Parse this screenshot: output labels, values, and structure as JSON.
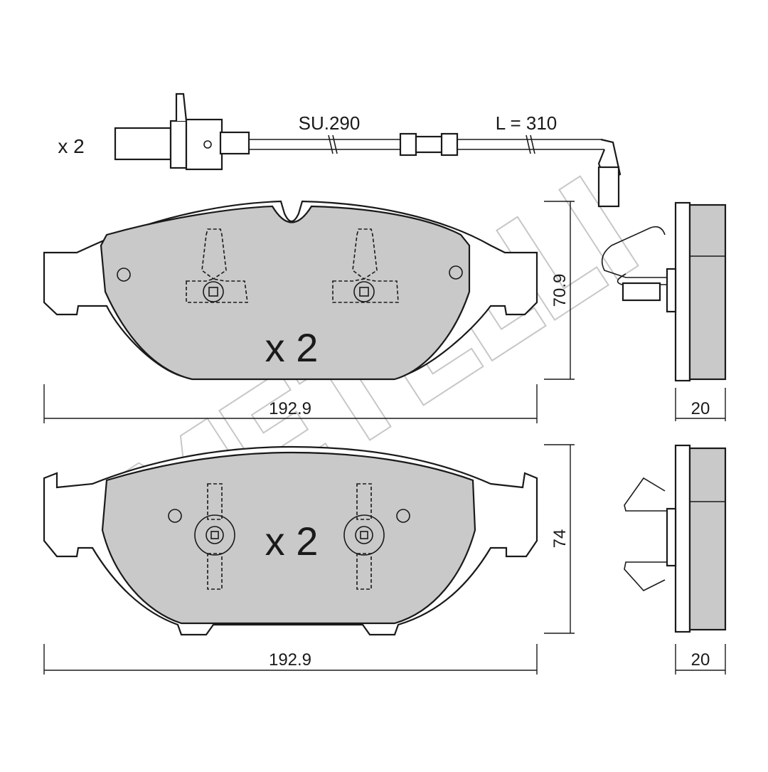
{
  "sensor": {
    "quantity": "x 2",
    "code": "SU.290",
    "length": "L = 310"
  },
  "pad_top": {
    "quantity": "x 2",
    "width": "192.9",
    "height": "70.9",
    "thickness": "20"
  },
  "pad_bottom": {
    "quantity": "x 2",
    "width": "192.9",
    "height": "74",
    "thickness": "20"
  },
  "watermark": {
    "brand": "METELLI"
  },
  "colors": {
    "friction_material": "#c9c9c9",
    "line": "#1a1a1a",
    "background": "#ffffff"
  }
}
